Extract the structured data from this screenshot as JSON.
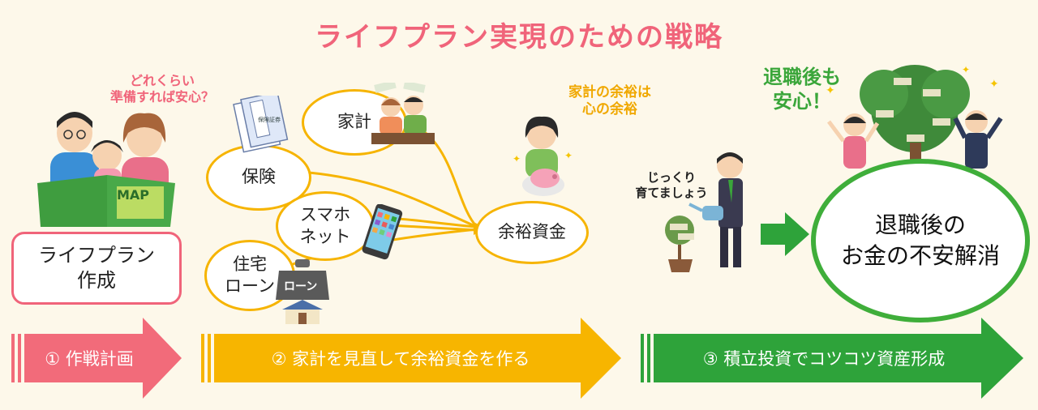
{
  "title": "ライフプラン実現のための戦略",
  "left": {
    "question": "どれくらい\n準備すれば安心？",
    "map_text": "MAP",
    "plan_box": "ライフプラン\n作成"
  },
  "center": {
    "kakei": "家計",
    "hoken": "保険",
    "smartphone": "スマホ\nネット",
    "housing": "住宅\nローン",
    "loan_sign": "ローン",
    "insurance_doc": "保険証券",
    "surplus": "余裕資金",
    "yoyu_note": "家計の余裕は\n心の余裕"
  },
  "right": {
    "grow_note": "じっくり\n育てましょう",
    "relief_note": "退職後も\n安心！",
    "result": "退職後の\nお金の不安解消"
  },
  "steps": [
    {
      "label": "① 作戦計画",
      "color": "#f26b7a"
    },
    {
      "label": "② 家計を見直して余裕資金を作る",
      "color": "#f7b500"
    },
    {
      "label": "③ 積立投資でコツコツ資産形成",
      "color": "#2ea33a"
    }
  ]
}
